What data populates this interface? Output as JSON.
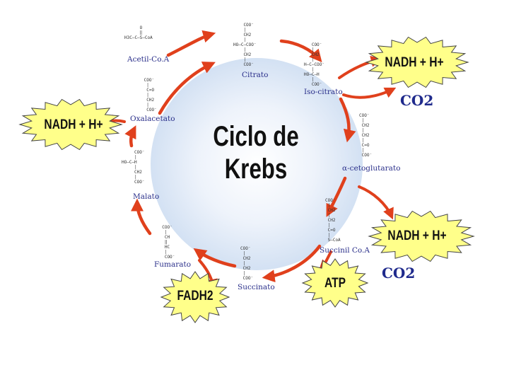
{
  "title": {
    "line1": "Ciclo de",
    "line2": "Krebs"
  },
  "metabolites": {
    "acetil_coa": "Acetil-Co.A",
    "citrato": "Citrato",
    "isocitrato": "Iso-citrato",
    "alfa_cetoglutarato": "α-cetoglutarato",
    "succinil_coa": "Succinil Co.A",
    "succinato": "Succinato",
    "fumarato": "Fumarato",
    "malato": "Malato",
    "oxalacetato": "Oxalacetato"
  },
  "products": {
    "nadh_top_right": "NADH + H+",
    "nadh_left": "NADH + H+",
    "nadh_right": "NADH + H+",
    "atp": "ATP",
    "fadh2": "FADH2",
    "co2_upper": "CO2",
    "co2_lower": "CO2"
  },
  "colors": {
    "arrow": "#e0401c",
    "circle_fill": "#dde8f6",
    "burst_fill": "#ffff8a",
    "burst_stroke": "#444444",
    "co2": "#1f2a8c",
    "label": "#2a2f8a"
  }
}
